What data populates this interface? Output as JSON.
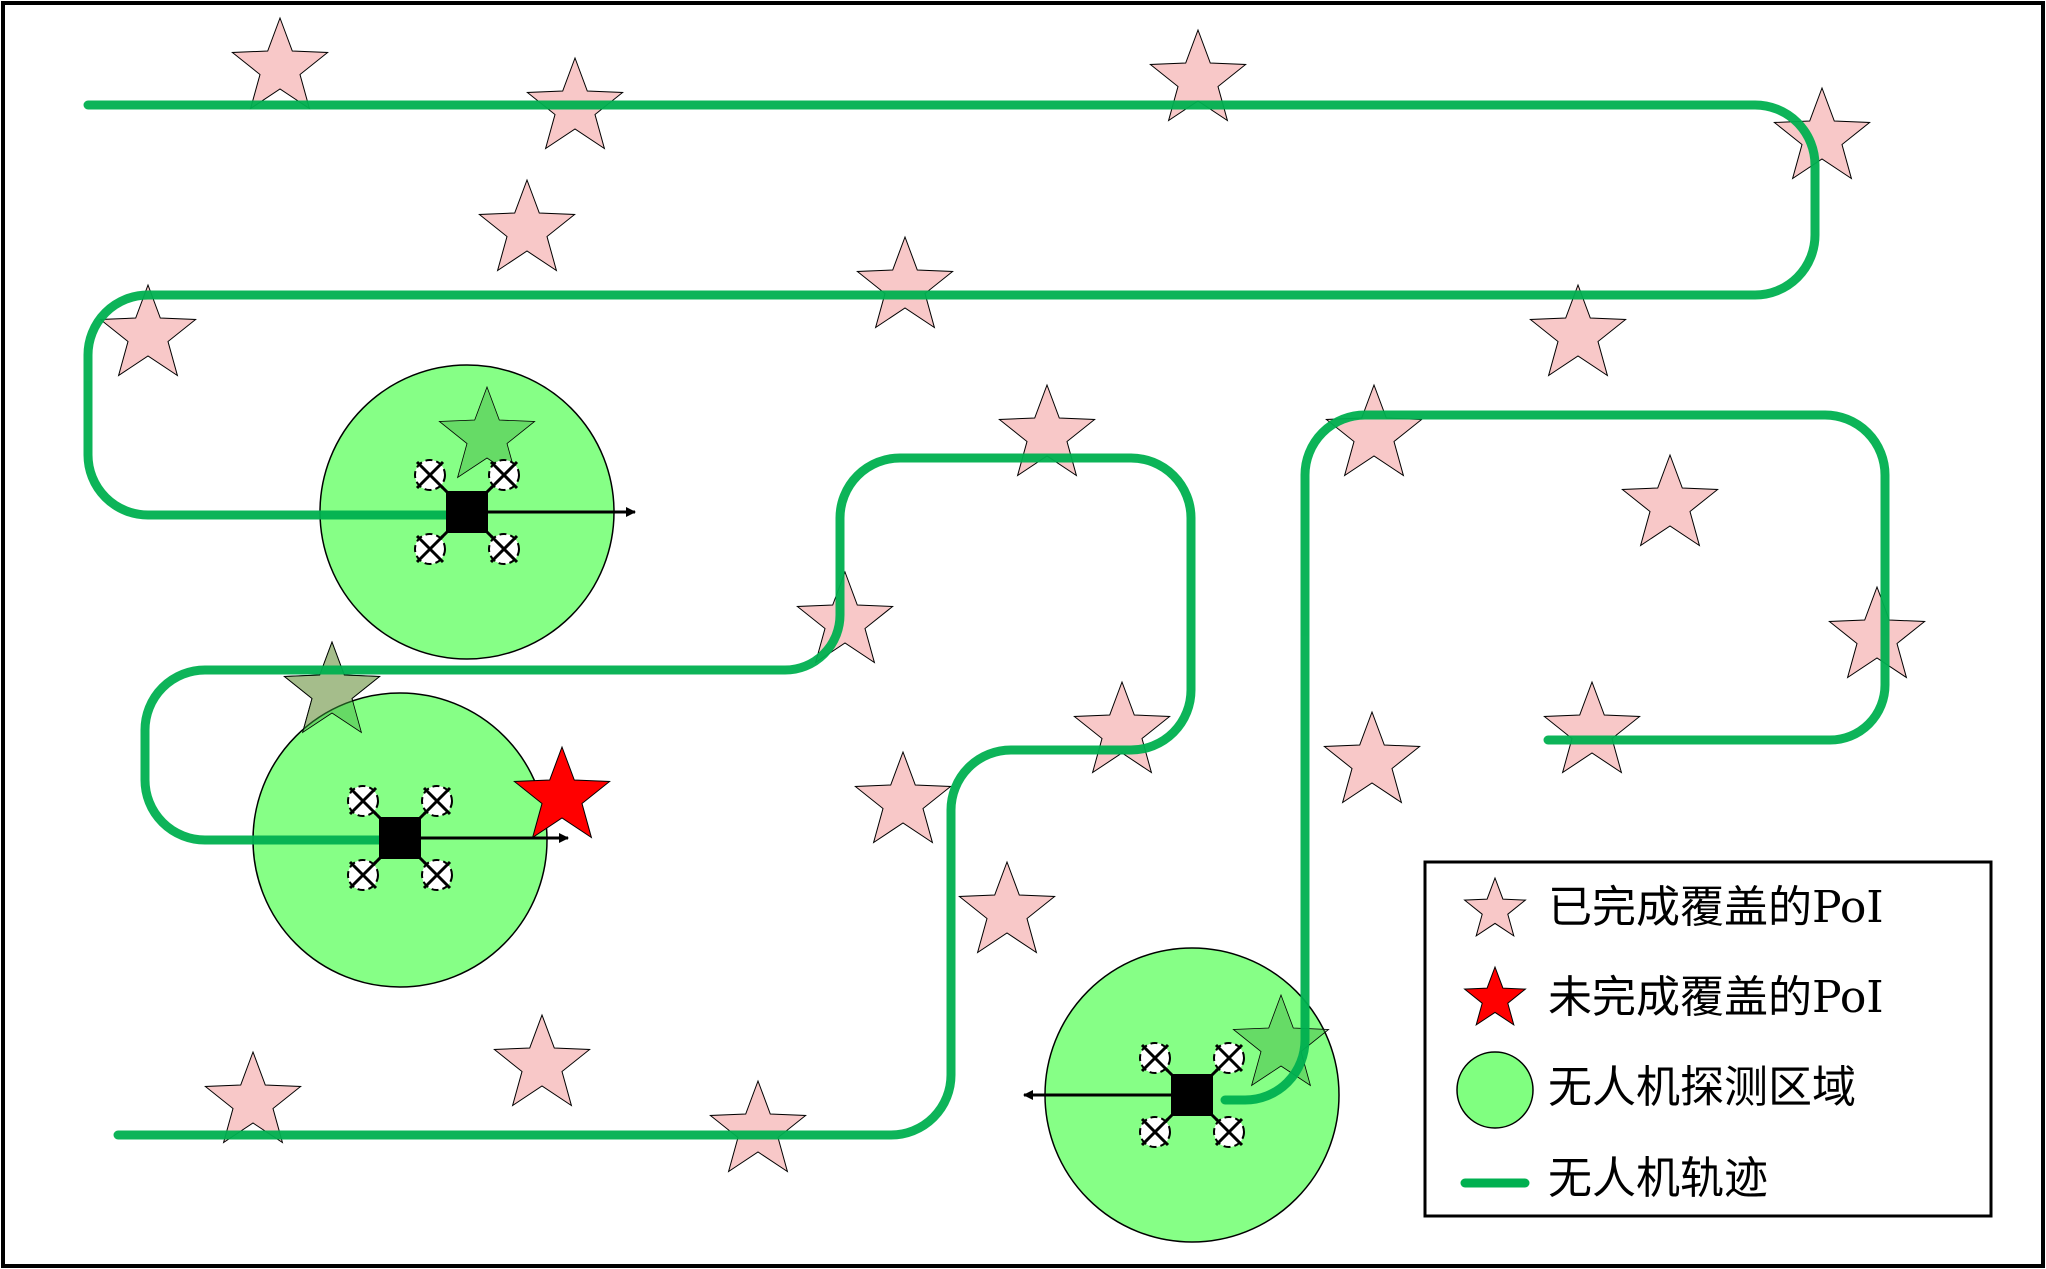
{
  "legend": {
    "covered_poi": "已完成覆盖的PoI",
    "uncovered_poi": "未完成覆盖的PoI",
    "detection_area": "无人机探测区域",
    "trajectory": "无人机轨迹"
  },
  "colors": {
    "covered_star_fill": "#F8C8C8",
    "uncovered_star_fill": "#FF0000",
    "detection_fill": "#80FF80",
    "trajectory": "#00B050",
    "drone_body": "#000000",
    "frame": "#000000"
  },
  "icons": {
    "covered_poi": "pink-star-icon",
    "uncovered_poi": "red-star-icon",
    "detection_area": "green-circle-icon",
    "drone": "quadcopter-icon",
    "heading": "arrow-icon"
  }
}
